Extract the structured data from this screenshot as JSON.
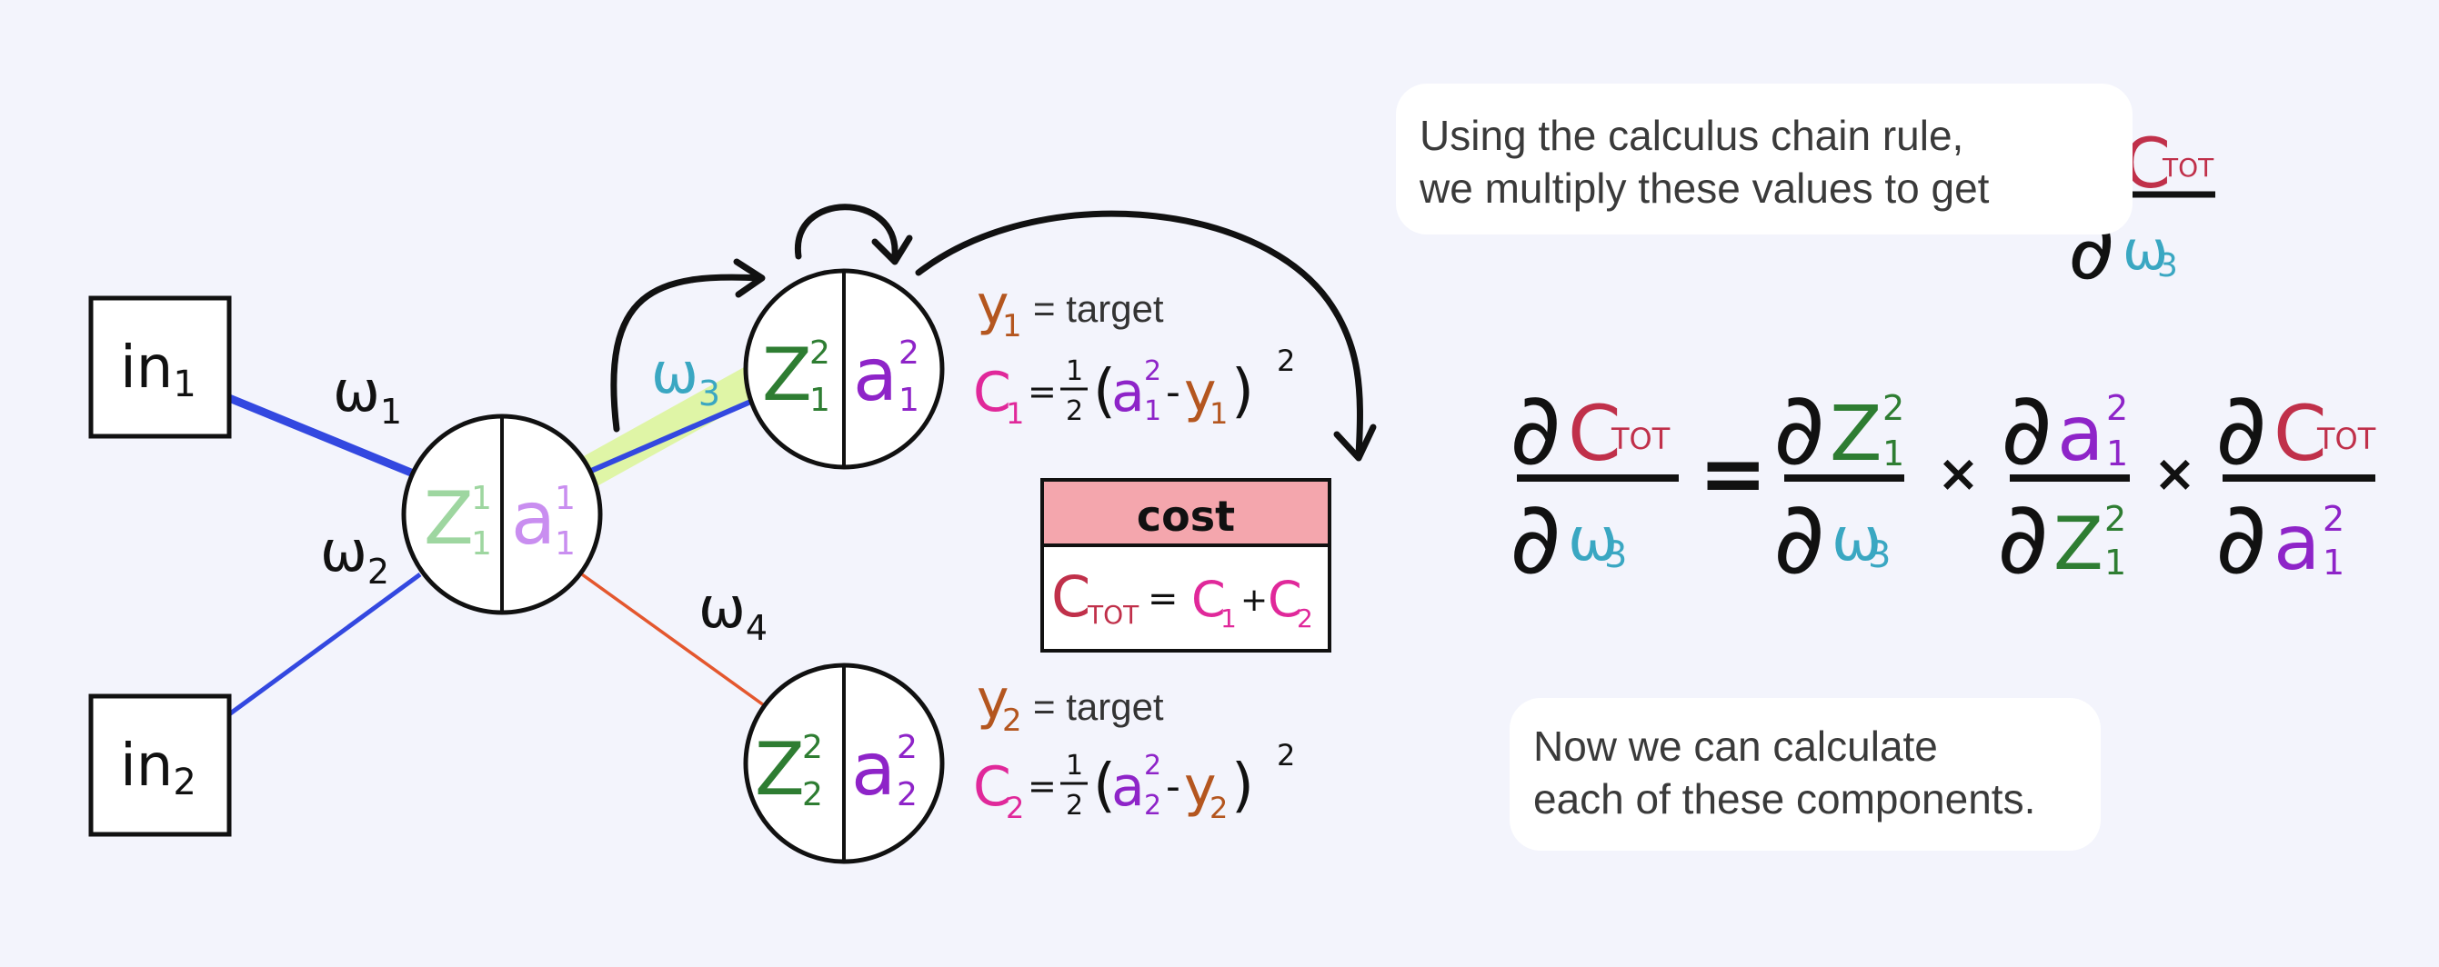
{
  "inputs": {
    "in1": "in",
    "in1_sub": "1",
    "in2": "in",
    "in2_sub": "2"
  },
  "weights": {
    "w1": "ω",
    "w1_sub": "1",
    "w2": "ω",
    "w2_sub": "2",
    "w3": "ω",
    "w3_sub": "3",
    "w4": "ω",
    "w4_sub": "4"
  },
  "nodes": {
    "hidden": {
      "z": "Z",
      "z_sup": "1",
      "z_sub": "1",
      "a": "a",
      "a_sup": "1",
      "a_sub": "1"
    },
    "out1": {
      "z": "Z",
      "z_sup": "2",
      "z_sub": "1",
      "a": "a",
      "a_sup": "2",
      "a_sub": "1"
    },
    "out2": {
      "z": "Z",
      "z_sup": "2",
      "z_sub": "2",
      "a": "a",
      "a_sup": "2",
      "a_sub": "2"
    }
  },
  "targets": {
    "y1": "y",
    "y1_sub": "1",
    "y1_text": "= target",
    "y2": "y",
    "y2_sub": "2",
    "y2_text": "= target"
  },
  "cost_fn": {
    "c1": "C",
    "c1_sub": "1",
    "c2": "C",
    "c2_sub": "2",
    "eq": "=",
    "half_num": "1",
    "half_den": "2",
    "open": "(",
    "close": ")",
    "minus": "-",
    "square": "2"
  },
  "cost_box": {
    "title": "cost",
    "ctot": "C",
    "ctot_sub": "TOT",
    "eq": "=",
    "plus": "+",
    "c1": "C",
    "c1_sub": "1",
    "c2": "C",
    "c2_sub": "2"
  },
  "notes": {
    "top_line1": "Using the calculus chain rule,",
    "top_line2": "we multiply these values to get",
    "bottom_line1": "Now we can calculate",
    "bottom_line2": "each of these components."
  },
  "equation": {
    "partial": "∂",
    "ctot": "C",
    "ctot_sub": "TOT",
    "w": "ω",
    "w_sub": "3",
    "z": "Z",
    "z_sup": "2",
    "z_sub": "1",
    "a": "a",
    "a_sup": "2",
    "a_sub": "1",
    "eq": "=",
    "times": "×"
  },
  "colors": {
    "background": "#f3f4fc",
    "blue_edge": "#3348e0",
    "orange_edge": "#e4572e",
    "highlight": "#dff5a6",
    "z_hidden": "#9ed6a0",
    "a_hidden": "#c98ef0",
    "z_output": "#2e7d32",
    "a_output": "#8e24c8",
    "w_teal": "#3aa7c2",
    "cost_red": "#c0304a",
    "cost_pink": "#e0289a",
    "target_brown": "#b4561f",
    "cost_header": "#f4a6ad"
  }
}
